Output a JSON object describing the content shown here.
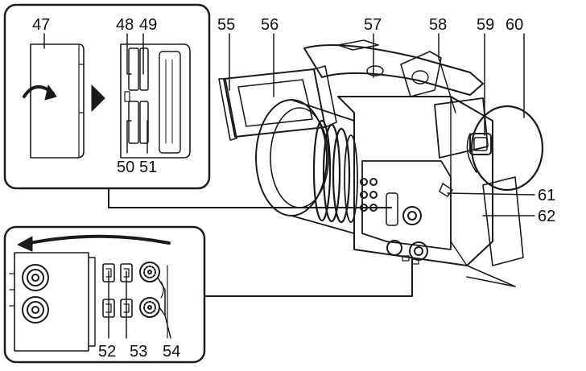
{
  "figure": {
    "type": "camcorder-parts-callout-diagram",
    "line_color": "#1a1a1a",
    "background": "#ffffff"
  },
  "callouts": {
    "c47": "47",
    "c48": "48",
    "c49": "49",
    "c50": "50",
    "c51": "51",
    "c52": "52",
    "c53": "53",
    "c54": "54",
    "c55": "55",
    "c56": "56",
    "c57": "57",
    "c58": "58",
    "c59": "59",
    "c60": "60",
    "c61": "61",
    "c62": "62"
  }
}
